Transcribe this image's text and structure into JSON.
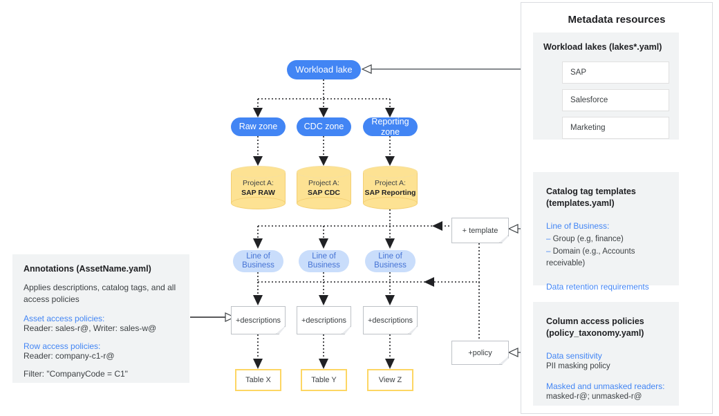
{
  "diagram": {
    "flow": {
      "lake": {
        "label": "Workload lake"
      },
      "zones": [
        {
          "label": "Raw zone"
        },
        {
          "label": "CDC zone"
        },
        {
          "label": "Reporting zone"
        }
      ],
      "projects": [
        {
          "prefix": "Project A:",
          "name": "SAP RAW"
        },
        {
          "prefix": "Project A:",
          "name": "SAP CDC"
        },
        {
          "prefix": "Project A:",
          "name": "SAP Reporting"
        }
      ],
      "lob": [
        {
          "label": "Line of Business"
        },
        {
          "label": "Line of Business"
        },
        {
          "label": "Line of Business"
        }
      ],
      "descriptions": [
        {
          "label": "+descriptions"
        },
        {
          "label": "+descriptions"
        },
        {
          "label": "+descriptions"
        }
      ],
      "outputs": [
        {
          "label": "Table X"
        },
        {
          "label": "Table Y"
        },
        {
          "label": "View Z"
        }
      ],
      "template_note": {
        "label": "+ template"
      },
      "policy_note": {
        "label": "+policy"
      }
    }
  },
  "annotations": {
    "title": "Annotations (AssetName.yaml)",
    "description": "Applies descriptions, catalog tags, and all access policies",
    "asset_policies_heading": "Asset access policies:",
    "asset_policies_value": "Reader: sales-r@, Writer: sales-w@",
    "row_policies_heading": "Row access policies:",
    "row_policies_value": "Reader: company-c1-r@",
    "filter_value": "Filter: \"CompanyCode = C1\""
  },
  "metadata": {
    "title": "Metadata resources",
    "workload_lakes": {
      "title": "Workload lakes (lakes*.yaml)",
      "items": [
        {
          "label": "SAP"
        },
        {
          "label": "Salesforce"
        },
        {
          "label": "Marketing"
        }
      ]
    },
    "catalog_templates": {
      "title_line1": "Catalog tag templates",
      "title_line2": "(templates.yaml)",
      "lob_heading": "Line of Business:",
      "bullets": [
        {
          "dash": "–",
          "text": " Group (e.g, finance)"
        },
        {
          "dash": "–",
          "text": " Domain (e.g., Accounts receivable)"
        }
      ],
      "retention_heading": "Data retention requirements"
    },
    "column_policies": {
      "title_line1": "Column access policies",
      "title_line2": "(policy_taxonomy.yaml)",
      "sensitivity_heading": "Data sensitivity",
      "sensitivity_value": "PII masking policy",
      "readers_heading": "Masked and unmasked readers:",
      "readers_value": "masked-r@; unmasked-r@"
    }
  },
  "colors": {
    "blue": "#4285f4",
    "light_blue": "#c9ddfb",
    "yellow": "#fde293",
    "yellow_border": "#fdd663",
    "panel_gray": "#f1f3f4",
    "border_gray": "#dadce0"
  }
}
